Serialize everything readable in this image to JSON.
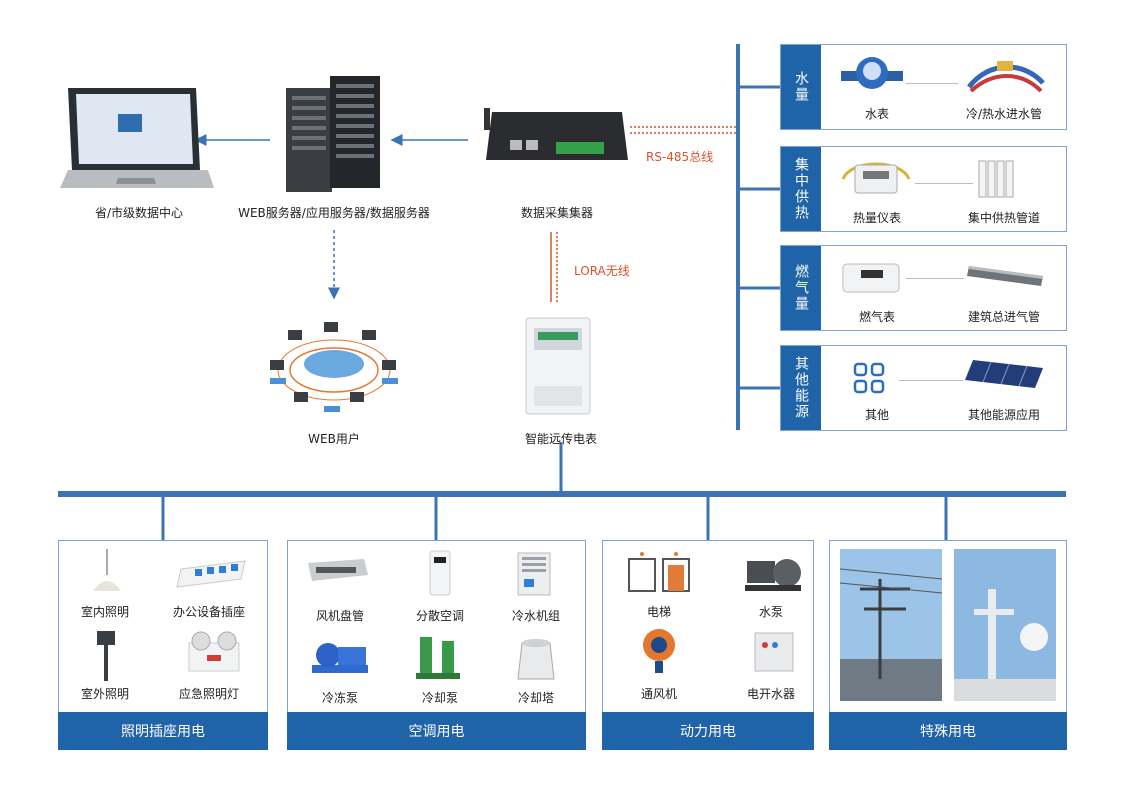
{
  "colors": {
    "accent": "#1f63a8",
    "line": "#3c73b4",
    "red": "#d9532c"
  },
  "top": {
    "data_center": "省/市级数据中心",
    "servers": "WEB服务器/应用服务器/数据服务器",
    "collector": "数据采集集器",
    "rs485": "RS-485总线",
    "lora": "LORA无线",
    "web_users": "WEB用户",
    "smart_meter": "智能远传电表"
  },
  "right_panels": [
    {
      "tag": "水量",
      "items": [
        "水表",
        "冷/热水进水管"
      ]
    },
    {
      "tag": "集中供热",
      "items": [
        "热量仪表",
        "集中供热管道"
      ]
    },
    {
      "tag": "燃气量",
      "items": [
        "燃气表",
        "建筑总进气管"
      ]
    },
    {
      "tag": "其他能源",
      "items": [
        "其他",
        "其他能源应用"
      ]
    }
  ],
  "bottom_panels": [
    {
      "title": "照明插座用电",
      "items": [
        "室内照明",
        "办公设备插座",
        "室外照明",
        "应急照明灯"
      ]
    },
    {
      "title": "空调用电",
      "items": [
        "风机盘管",
        "分散空调",
        "冷水机组",
        "冷冻泵",
        "冷却泵",
        "冷却塔"
      ]
    },
    {
      "title": "动力用电",
      "items": [
        "电梯",
        "水泵",
        "通风机",
        "电开水器"
      ]
    },
    {
      "title": "特殊用电",
      "items": []
    }
  ]
}
